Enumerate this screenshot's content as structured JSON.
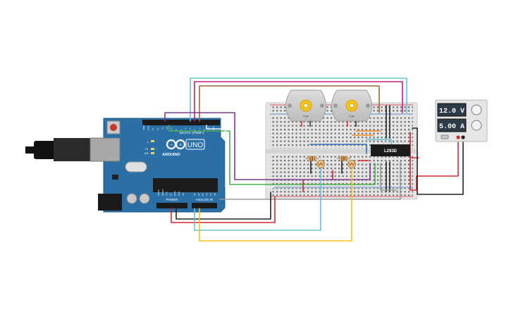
{
  "arduino": {
    "logo_text": "UNO",
    "brand_text": "ARDUINO",
    "header_digital": "DIGITAL (PWM~)",
    "header_power": "POWER",
    "header_analog": "ANALOG IN",
    "led_tx": "TX",
    "led_rx": "RX",
    "led_l": "L",
    "pins_digital": [
      "AREF",
      "GND",
      "13",
      "12",
      "~11",
      "~10",
      "~9",
      "8",
      "7",
      "~6",
      "~5",
      "4",
      "~3",
      "2",
      "TX1",
      "RX0"
    ],
    "pins_power": [
      "IOREF",
      "RESET",
      "3.3V",
      "5V",
      "GND",
      "GND",
      "Vin"
    ],
    "pins_analog": [
      "A0",
      "A1",
      "A2",
      "A3",
      "A4",
      "A5"
    ]
  },
  "motors": [
    {
      "label": "D-ge"
    },
    {
      "label": "D-ge"
    }
  ],
  "driver": {
    "label": "L293D"
  },
  "power_supply": {
    "voltage": "12.0 V",
    "current": "5.00 A"
  },
  "colors": {
    "board": "#2a6fa6",
    "breadboard": "#e6e6e6",
    "wire_red": "#d9262e",
    "wire_black": "#222222",
    "wire_cyan": "#6ac1d2",
    "wire_magenta": "#c51d8b",
    "wire_brown": "#9b6a3c",
    "wire_purple": "#7b3b8f",
    "wire_green": "#4caf50",
    "wire_yellow": "#f0c419",
    "wire_blue": "#2f6fc4",
    "wire_orange": "#f08a1c",
    "wire_gray": "#9a9a9a"
  }
}
